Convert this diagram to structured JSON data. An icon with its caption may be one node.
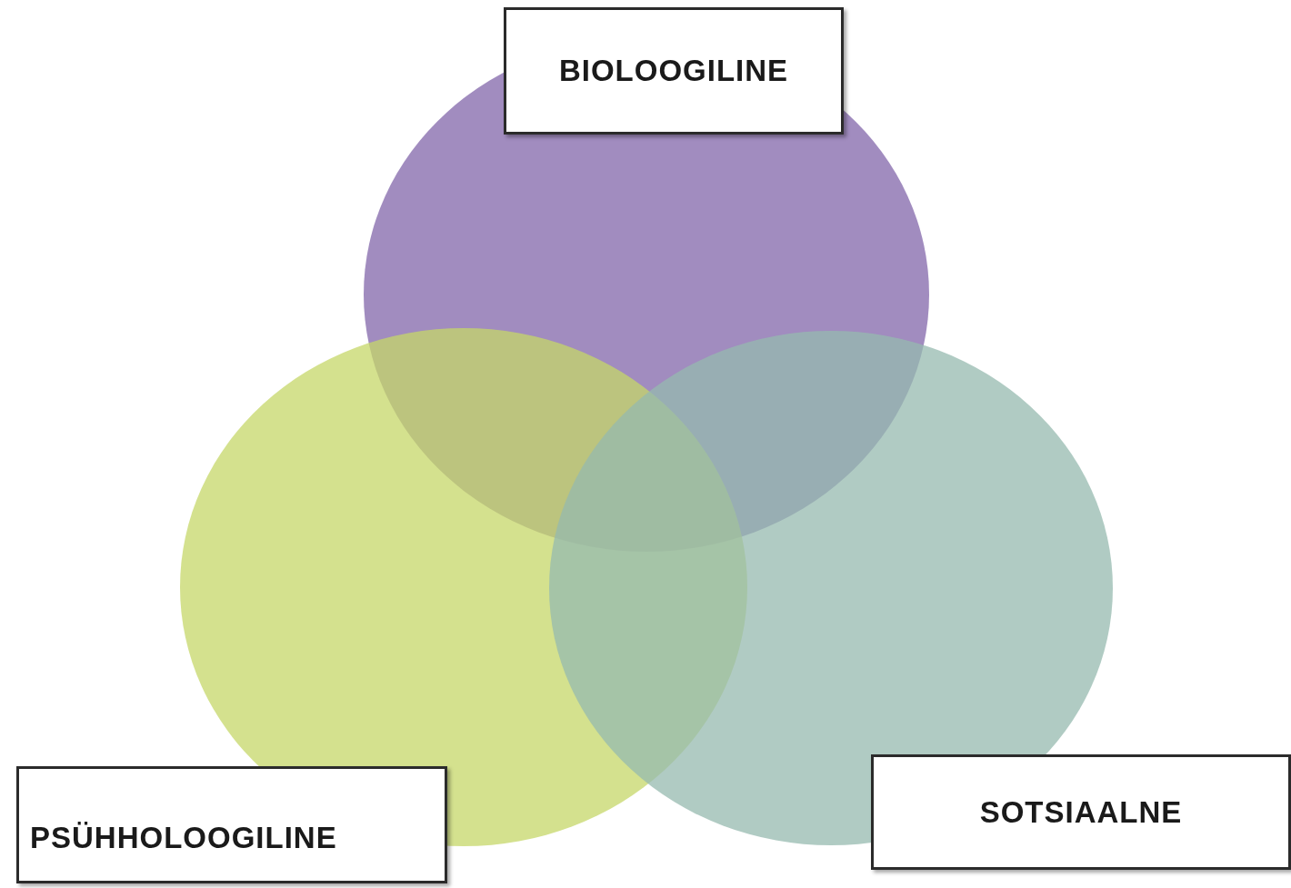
{
  "diagram": {
    "nodes": [
      {
        "text": [
          "BIOLOOGILINE"
        ]
      },
      {
        "text": [
          "PSÜHHOLOOGILINE"
        ]
      },
      {
        "text": [
          "SOTSIAALNE"
        ]
      }
    ]
  }
}
